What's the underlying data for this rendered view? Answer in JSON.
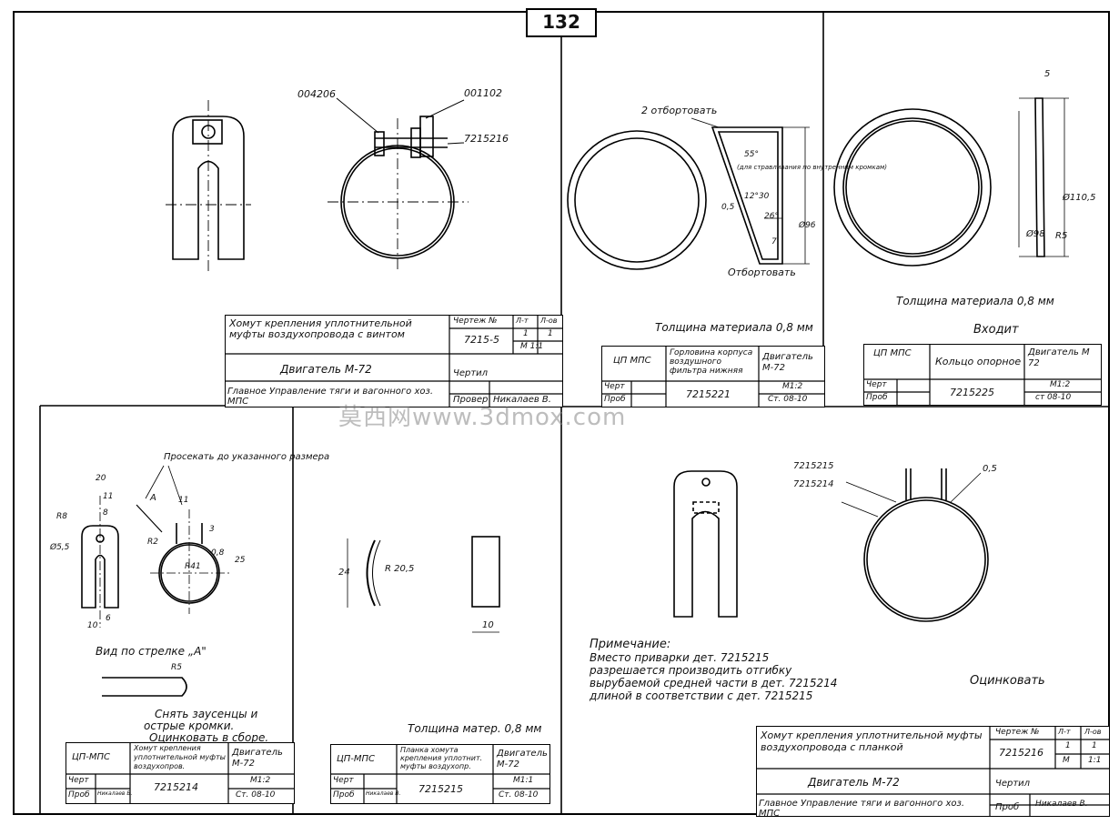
{
  "page_number": "132",
  "watermark": "莫西网www.3dmox.com",
  "panel1": {
    "labels": [
      "004206",
      "001102",
      "7215216"
    ],
    "title_block": {
      "name": "Хомут крепления уплотнительной муфты воздухопровода с винтом",
      "drawing_label": "Чертеж №",
      "sheet_label": "Л-т",
      "sheets_label": "Л-ов",
      "drawing_no": "7215-5",
      "sheet": "1",
      "sheets": "1",
      "scale": "М 1:1",
      "engine": "Двигатель М-72",
      "drew_label": "Чертил",
      "checked_label": "Провер",
      "checker": "Никалаев В.",
      "org": "Главное Управление тяги и вагонного хоз. МПС"
    }
  },
  "panel2": {
    "labels": [
      "2 отбортовать",
      "Отбортовать",
      "55°",
      "(для стравливания по внутренним кромкам)",
      "0,5",
      "12°30",
      "26°",
      "Ø96",
      "7"
    ],
    "thickness": "Толщина материала 0,8 мм",
    "title_block": {
      "org": "ЦП МПС",
      "name": "Горловина корпуса воздушного фильтра нижняя",
      "engine": "Двигатель М-72",
      "drew_label": "Черт",
      "checked_label": "Проб",
      "drawing_no": "7215221",
      "scale": "М1:2",
      "steel": "Ст. 08-10"
    }
  },
  "panel3": {
    "labels": [
      "5",
      "Ø98",
      "Ø110,5",
      "R5"
    ],
    "thickness": "Толщина материала 0,8 мм",
    "enters": "Входит",
    "title_block": {
      "org": "ЦП МПС",
      "name": "Кольцо опорное",
      "engine": "Двигатель М 72",
      "drew_label": "Черт",
      "checked_label": "Проб",
      "drawing_no": "7215225",
      "scale": "М1:2",
      "steel": "ст 08-10"
    }
  },
  "panel4": {
    "notes": [
      "Просекать до указанного размера"
    ],
    "dims": [
      "20",
      "11",
      "8",
      "R8",
      "Ø5,5",
      "11",
      "A",
      "R2",
      "3",
      "R41",
      "0,8",
      "25",
      "10",
      "6"
    ],
    "view": "Вид по стрелке „А\"",
    "r5": "R5",
    "instructions": [
      "Снять заусенцы и",
      "острые кромки.",
      "Оцинковать в сборе."
    ],
    "title_block": {
      "org": "ЦП-МПС",
      "name": "Хомут крепления уплотнительной муфты воздухопров.",
      "engine": "Двигатель М-72",
      "drew_label": "Черт",
      "checked_label": "Проб",
      "checker": "Никалаев В.",
      "drawing_no": "7215214",
      "scale": "М1:2",
      "steel": "Ст. 08-10"
    }
  },
  "panel5": {
    "dims": [
      "24",
      "R 20,5",
      "10"
    ],
    "thickness": "Толщина матер. 0,8 мм",
    "title_block": {
      "org": "ЦП-МПС",
      "name": "Планка хомута крепления уплотнит. муфты воздухопр.",
      "engine": "Двигатель М-72",
      "drew_label": "Черт",
      "checked_label": "Проб",
      "checker": "Никалаев В.",
      "drawing_no": "7215215",
      "scale": "М1:1",
      "steel": "Ст. 08-10"
    }
  },
  "panel6": {
    "labels": [
      "7215215",
      "7215214",
      "0,5"
    ],
    "note_lines": [
      "Примечание:",
      "Вместо приварки дет. 7215215",
      "разрешается производить отгибку",
      "вырубаемой средней части в дет. 7215214",
      "длиной в соответствии с дет. 7215215"
    ],
    "zinc": "Оцинковать",
    "title_block": {
      "name": "Хомут крепления уплотнительной муфты воздухопровода с планкой",
      "drawing_label": "Чертеж №",
      "sheet_label": "Л-т",
      "sheets_label": "Л-ов",
      "drawing_no": "7215216",
      "sheet": "1",
      "sheets": "1",
      "scale_label": "М",
      "scale": "1:1",
      "engine": "Двигатель М-72",
      "drew_label": "Чертил",
      "checked_label": "Проб",
      "checker": "Никалаев В.",
      "org": "Главное Управление тяги и вагонного хоз. МПС"
    }
  }
}
